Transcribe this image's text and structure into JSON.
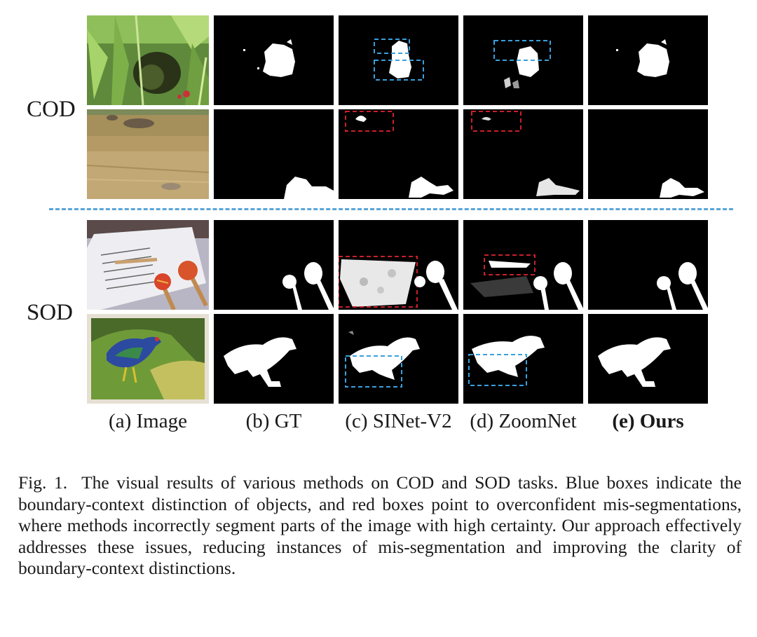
{
  "rows": {
    "cod_label": "COD",
    "sod_label": "SOD"
  },
  "columns": [
    {
      "label": "(a) Image",
      "bold": false
    },
    {
      "label": "(b) GT",
      "bold": false
    },
    {
      "label": "(c) SINet-V2",
      "bold": false
    },
    {
      "label": "(d) ZoomNet",
      "bold": false
    },
    {
      "label": "(e) Ours",
      "bold": true
    }
  ],
  "caption": {
    "fig_number": "Fig. 1.",
    "text": "The visual results of various methods on COD and SOD tasks. Blue boxes indicate the boundary-context distinction of objects, and red boxes point to overconfident mis-segmentations, where methods incorrectly segment parts of the image with high certainty. Our approach effectively addresses these issues, reducing instances of mis-segmentation and improving the clarity of boundary-context distinctions."
  },
  "colors": {
    "blue_box": "#3aa0dc",
    "red_box": "#c8202a",
    "divider": "#5aa5d8"
  }
}
